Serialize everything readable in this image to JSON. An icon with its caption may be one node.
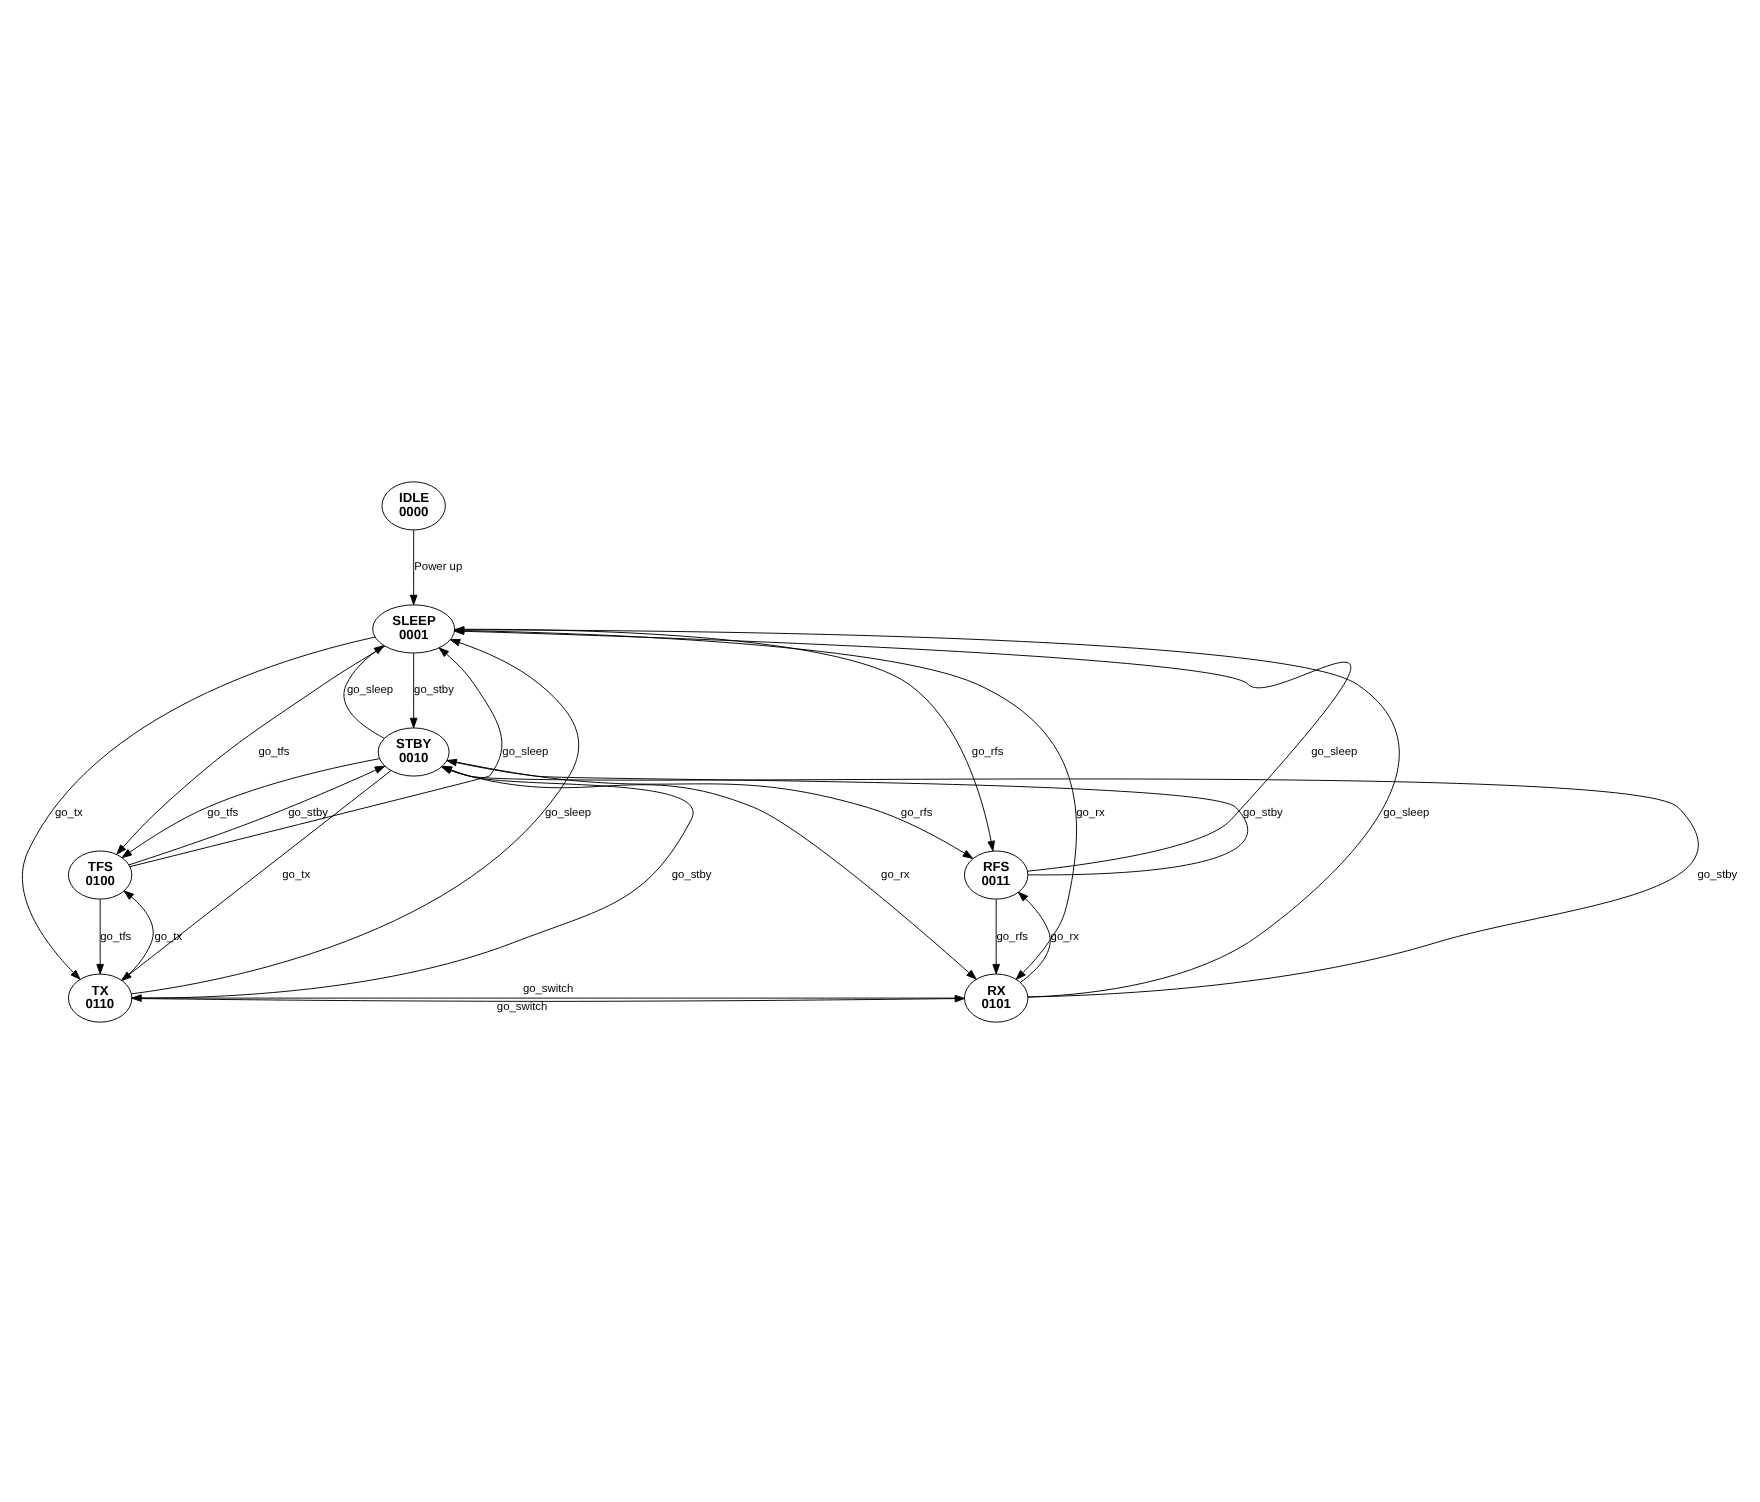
{
  "diagram": {
    "nodes": [
      {
        "text": [
          "IDLE",
          "0000"
        ]
      },
      {
        "text": [
          "SLEEP",
          "0001"
        ]
      },
      {
        "text": [
          "STBY",
          "0010"
        ]
      },
      {
        "text": [
          "TFS",
          "0100"
        ]
      },
      {
        "text": [
          "RFS",
          "0011"
        ]
      },
      {
        "text": [
          "TX",
          "0110"
        ]
      },
      {
        "text": [
          "RX",
          "0101"
        ]
      }
    ],
    "edges": [
      {
        "from": 0,
        "to": 1,
        "arrow": "to",
        "label": "Power up"
      },
      {
        "from": 1,
        "to": 2,
        "arrow": "to",
        "label": "go_stby"
      },
      {
        "from": 2,
        "to": 1,
        "arrow": "to",
        "label": "go_sleep"
      },
      {
        "from": 5,
        "to": 1,
        "arrow": "to",
        "label": "go_sleep"
      },
      {
        "from": 1,
        "to": 5,
        "arrow": "to",
        "label": "go_tx"
      },
      {
        "from": 3,
        "to": 1,
        "arrow": "to",
        "label": "go_sleep"
      },
      {
        "from": 1,
        "to": 3,
        "arrow": "to",
        "label": "go_tfs"
      },
      {
        "from": 6,
        "to": 1,
        "arrow": "to",
        "label": "go_sleep"
      },
      {
        "from": 1,
        "to": 6,
        "arrow": "to",
        "label": "go_rx"
      },
      {
        "from": 4,
        "to": 1,
        "arrow": "to",
        "label": "go_sleep"
      },
      {
        "from": 1,
        "to": 4,
        "arrow": "to",
        "label": "go_rfs"
      },
      {
        "from": 2,
        "to": 5,
        "arrow": "to",
        "label": "go_tx"
      },
      {
        "from": 5,
        "to": 2,
        "arrow": "to",
        "label": "go_stby"
      },
      {
        "from": 2,
        "to": 6,
        "arrow": "to",
        "label": "go_rx"
      },
      {
        "from": 6,
        "to": 2,
        "arrow": "to",
        "label": "go_stby"
      },
      {
        "from": 2,
        "to": 3,
        "arrow": "to",
        "label": "go_tfs"
      },
      {
        "from": 3,
        "to": 2,
        "arrow": "to",
        "label": "go_stby"
      },
      {
        "from": 2,
        "to": 4,
        "arrow": "to",
        "label": "go_rfs"
      },
      {
        "from": 4,
        "to": 2,
        "arrow": "to",
        "label": "go_stby"
      },
      {
        "from": 3,
        "to": 5,
        "arrow": "to",
        "label": "go_tfs"
      },
      {
        "from": 5,
        "to": 3,
        "arrow": "to",
        "label": "go_tx"
      },
      {
        "from": 4,
        "to": 6,
        "arrow": "to",
        "label": "go_rfs"
      },
      {
        "from": 6,
        "to": 4,
        "arrow": "to",
        "label": "go_rx"
      },
      {
        "from": 6,
        "to": 5,
        "arrow": "to",
        "label": "go_switch"
      },
      {
        "from": 5,
        "to": 6,
        "arrow": "to",
        "label": "go_switch"
      }
    ]
  }
}
